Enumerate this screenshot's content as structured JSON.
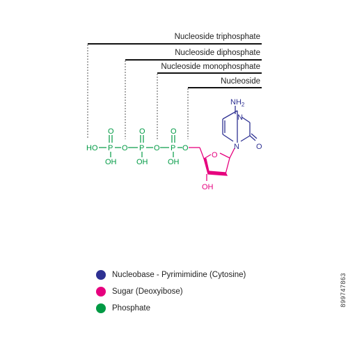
{
  "labels": {
    "triphosphate": "Nucleoside triphosphate",
    "diphosphate": "Nucleoside diphosphate",
    "monophosphate": "Nucleoside monophosphate",
    "nucleoside": "Nucleoside"
  },
  "atoms": {
    "phosphorus": "P",
    "oxygen": "O",
    "hydroxyl_left": "HO",
    "hydroxyl": "OH",
    "amine": "NH",
    "amine_subscript": "2",
    "nitrogen": "N"
  },
  "legend": {
    "items": [
      {
        "color": "#2e3192",
        "label": "Nucleobase  - Pyrimimidine (Cytosine)"
      },
      {
        "color": "#e6007e",
        "label": "Sugar (Deoxyibose)"
      },
      {
        "color": "#009a44",
        "label": "Phosphate"
      }
    ]
  },
  "stock_id": "899747863",
  "colors": {
    "base": "#2e3192",
    "sugar": "#e6007e",
    "phosphate": "#009a44",
    "line": "#111111",
    "dotted": "#555555"
  }
}
